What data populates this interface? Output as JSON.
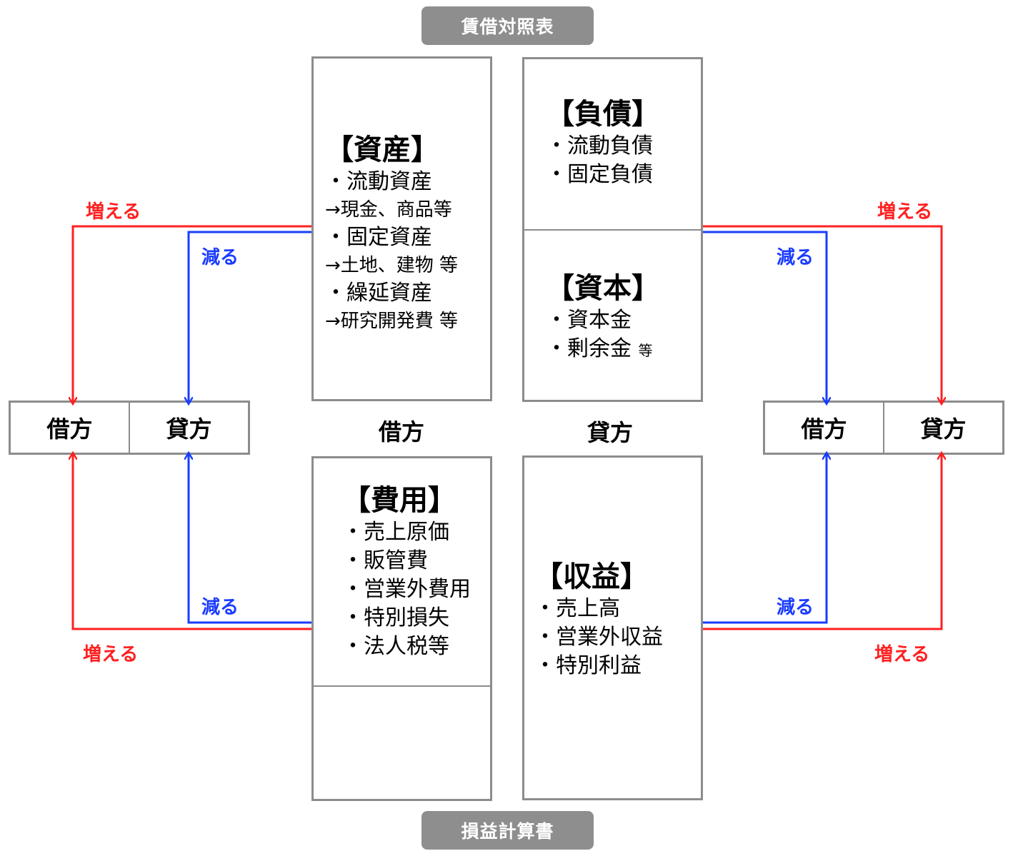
{
  "balance_sheet_title": "賃借対照表",
  "income_statement_title": "損益計算書",
  "assets": {
    "heading": "【資産】",
    "lines": [
      "・流動資産",
      "→現金、商品等",
      "・固定資産",
      "→土地、建物 等",
      "・繰延資産",
      "→研究開発費 等"
    ]
  },
  "liabilities": {
    "heading": "【負債】",
    "lines": [
      "・流動負債",
      "・固定負債"
    ]
  },
  "capital": {
    "heading": "【資本】",
    "line1": "・資本金",
    "line2_main": "・剰余金",
    "line2_suffix": "等"
  },
  "expenses": {
    "heading": "【費用】",
    "lines": [
      "・売上原価",
      "・販管費",
      "・営業外費用",
      "・特別損失",
      "・法人税等"
    ]
  },
  "revenue": {
    "heading": "【収益】",
    "lines": [
      "・売上高",
      "・営業外収益",
      "・特別利益"
    ]
  },
  "center_debit": "借方",
  "center_credit": "貸方",
  "left_t": {
    "debit": "借方",
    "credit": "貸方"
  },
  "right_t": {
    "debit": "借方",
    "credit": "貸方"
  },
  "increase_label": "増える",
  "decrease_label": "減る",
  "colors": {
    "increase": "#ff2020",
    "decrease": "#1a3cff",
    "border": "#8c8c8c",
    "pill": "#8e8e8e"
  }
}
